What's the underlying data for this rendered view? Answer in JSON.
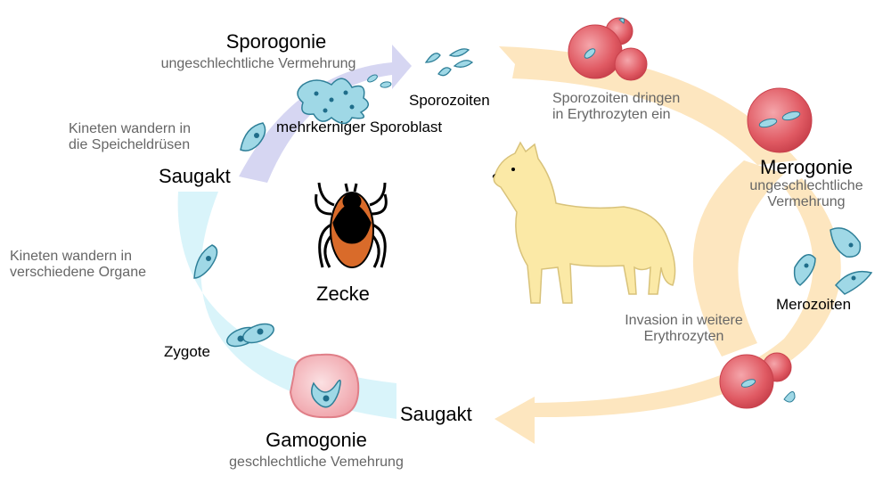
{
  "cycle": {
    "sporogonie": {
      "title": "Sporogonie",
      "subtitle": "ungeschlechtliche Vermehrung"
    },
    "sporozoiten": "Sporozoiten",
    "sporoblast": "mehrkerniger Sporoblast",
    "invasion_line1": "Sporozoiten dringen",
    "invasion_line2": "in Erythrozyten ein",
    "merogonie": {
      "title": "Merogonie",
      "subtitle_line1": "ungeschlechtliche",
      "subtitle_line2": "Vermehrung"
    },
    "merozoiten": "Merozoiten",
    "weitere_line1": "Invasion in weitere",
    "weitere_line2": "Erythrozyten",
    "saugakt_right": "Saugakt",
    "gamogonie": {
      "title": "Gamogonie",
      "subtitle": "geschlechtliche Vemehrung"
    },
    "zygote": "Zygote",
    "organe_line1": "Kineten wandern in",
    "organe_line2": "verschiedene Organe",
    "saugakt_left": "Saugakt",
    "speichel_line1": "Kineten wandern in",
    "speichel_line2": "die Speicheldrüsen",
    "zecke": "Zecke"
  },
  "colors": {
    "arrow_purple": "#d6d6f2",
    "arrow_cyan": "#d9f4fa",
    "arrow_orange": "#fde6bf",
    "parasite_fill": "#9fd8e6",
    "parasite_stroke": "#2e7f98",
    "nucleus": "#1f6d8a",
    "erythrocyte": "#e05a63",
    "dog_fill": "#fbe9a6",
    "tick_body": "#d96b2a"
  }
}
